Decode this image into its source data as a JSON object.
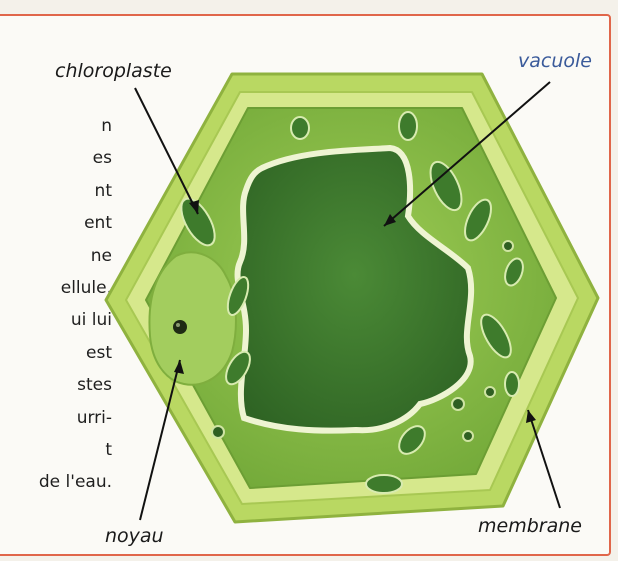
{
  "text_lines": [
    "n",
    "es",
    "nt",
    "ent",
    "ne",
    "ellule.",
    "ui lui",
    "est",
    "stes",
    "urri-",
    "t",
    "de l'eau."
  ],
  "labels": {
    "chloroplaste": "chloroplaste",
    "vacuole": "vacuole",
    "noyau": "noyau",
    "membrane": "membrane"
  },
  "colors": {
    "border": "#e0664a",
    "wall_outer": "#b4d45c",
    "wall_inner": "#d7e88f",
    "cytoplasm": "#8cbf47",
    "vacuole": "#3f7a2d",
    "nucleus": "#9cc95a",
    "vacuole_label": "#3a5a9a"
  }
}
